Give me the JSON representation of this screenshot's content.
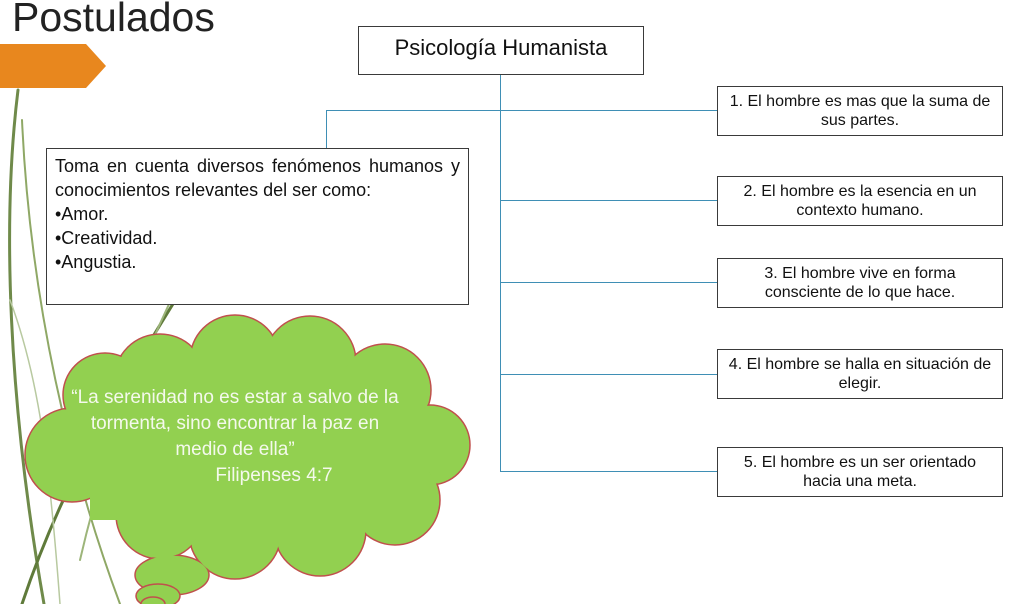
{
  "slide": {
    "title": "Postulados"
  },
  "diagram": {
    "root": "Psicología Humanista",
    "description": {
      "intro": "Toma en cuenta diversos fenómenos humanos y conocimientos relevantes del ser como:",
      "items": [
        "•Amor.",
        "•Creatividad.",
        "•Angustia."
      ]
    },
    "postulados": [
      "1. El hombre es mas que la suma de sus partes.",
      "2. El hombre es la esencia en un contexto humano.",
      "3. El hombre vive en forma consciente de lo que hace.",
      "4. El hombre se halla en situación de elegir.",
      "5. El hombre es un ser orientado hacia una meta."
    ]
  },
  "quote": {
    "text": "“La serenidad no es estar a salvo de la tormenta, sino encontrar la paz en medio de ella”",
    "reference": "Filipenses 4:7"
  },
  "colors": {
    "accent_orange": "#e8871e",
    "connector": "#3f8fb5",
    "cloud_fill": "#92d050",
    "cloud_stroke": "#c0504d",
    "leaf_green": "#5f7a3a"
  }
}
